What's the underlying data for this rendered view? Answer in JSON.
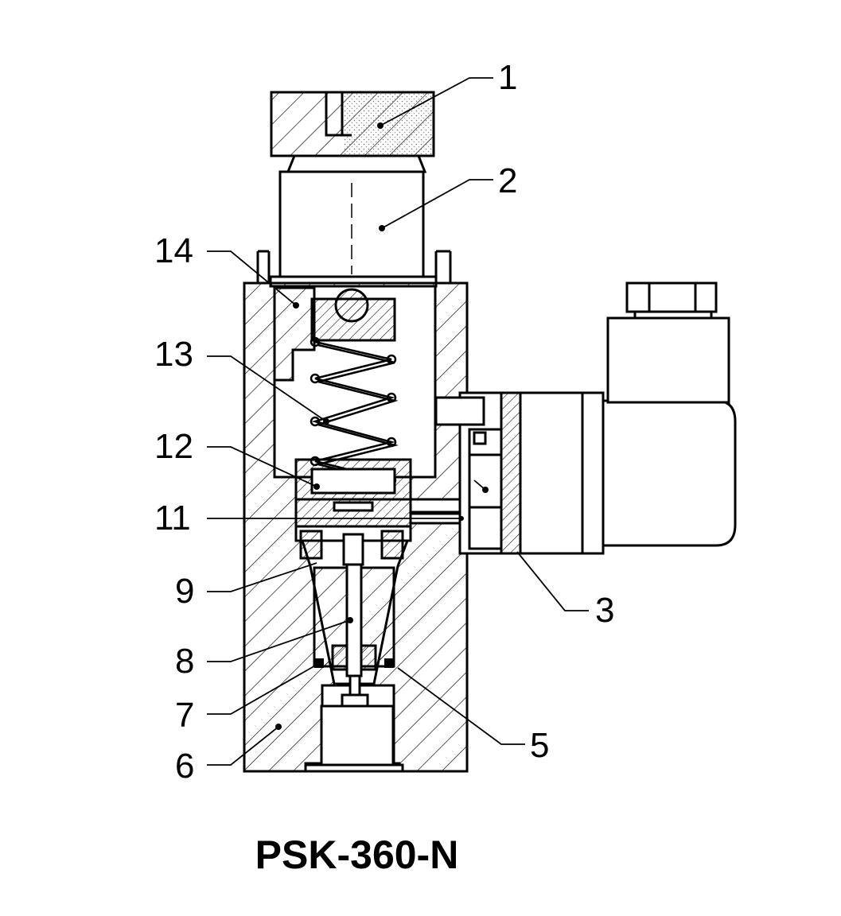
{
  "diagram": {
    "title": "PSK-360-N",
    "callouts": [
      "1",
      "2",
      "3",
      "5",
      "6",
      "7",
      "8",
      "9",
      "11",
      "12",
      "13",
      "14"
    ],
    "colors": {
      "ink": "#000000",
      "hatch": "#000000",
      "stipple": "#777777",
      "background": "#ffffff"
    }
  }
}
